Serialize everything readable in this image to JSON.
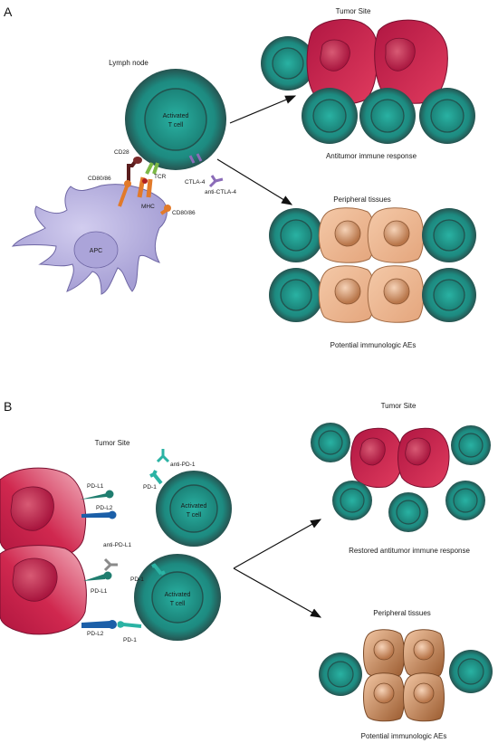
{
  "colors": {
    "tcell": "#1f9a8e",
    "tcell_rim": "#2c3a3a",
    "tumor": "#c8204a",
    "normal": "#e9b48f",
    "apc": "#b9b3de",
    "pd1": "#2bb3a4",
    "pdl1": "#1f7d6f",
    "pdl2": "#1b5fa8",
    "ctla4": "#8b6cb8",
    "cd80": "#e27a2a",
    "cd28": "#7a2a2a",
    "tcr": "#7cb846"
  },
  "panel_a": {
    "letter": "A",
    "lymph_node": "Lymph node",
    "activated_line1": "Activated",
    "activated_line2": "T cell",
    "cd28": "CD28",
    "tcr": "TCR",
    "cd80_left": "CD80/86",
    "mhc": "MHC",
    "ctla4": "CTLA-4",
    "anti_ctla4": "anti-CTLA-4",
    "cd80_right": "CD80/86",
    "apc": "APC",
    "tumor_site": "Tumor Site",
    "antitumor": "Antitumor immune response",
    "peripheral": "Peripheral tissues",
    "aes": "Potential immunologic AEs"
  },
  "panel_b": {
    "letter": "B",
    "tumor_site_left": "Tumor Site",
    "pdl1_top": "PD-L1",
    "pdl2_top": "PD-L2",
    "anti_pd1": "anti-PD-1",
    "pd1_top": "PD-1",
    "activated_top_line1": "Activated",
    "activated_top_line2": "T cell",
    "anti_pdl1": "anti-PD-L1",
    "pdl1_bottom": "PD-L1",
    "pd1_mid": "PD-1",
    "activated_bottom_line1": "Activated",
    "activated_bottom_line2": "T cell",
    "pdl2_bottom": "PD-L2",
    "pd1_bottom": "PD-1",
    "tumor_site_right": "Tumor Site",
    "restored": "Restored antitumor immune response",
    "peripheral": "Peripheral tissues",
    "aes": "Potential immunologic AEs"
  }
}
